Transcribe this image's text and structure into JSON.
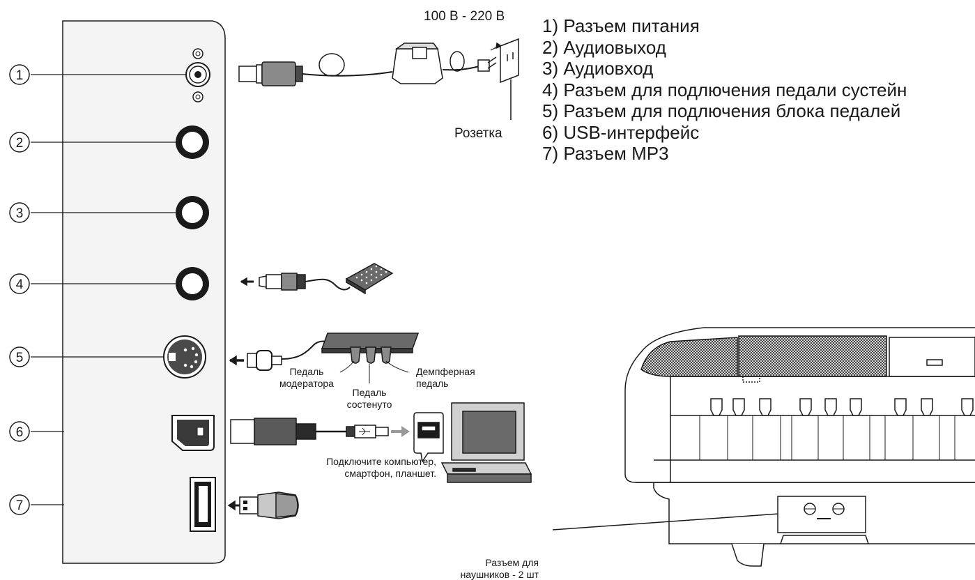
{
  "badges": [
    "1",
    "2",
    "3",
    "4",
    "5",
    "6",
    "7"
  ],
  "legend": [
    "1) Разъем питания",
    "2) Аудиовыход",
    "3) Аудиовход",
    "4) Разъем для подлючения педали сустейн",
    "5) Разъем для подлючения блока педалей",
    "6) USB-интерфейс",
    "7) Разъем MP3"
  ],
  "power": {
    "voltage": "100 В - 220 В",
    "outlet": "Розетка"
  },
  "pedals": {
    "moderator": [
      "Педаль",
      "модератора"
    ],
    "sostenuto": [
      "Педаль",
      "состенуто"
    ],
    "damper": [
      "Демпферная",
      "педаль"
    ]
  },
  "usb": {
    "connect": [
      "Подключите компьютер,",
      "смартфон, планшет."
    ]
  },
  "headphones": [
    "Разъем для",
    "наушников - 2 шт"
  ],
  "colors": {
    "stroke": "#1a1a1a",
    "panel": "#f4f4f4",
    "dark": "#4a4a4a",
    "mid": "#8a8a8a",
    "light": "#c8c8c8"
  }
}
